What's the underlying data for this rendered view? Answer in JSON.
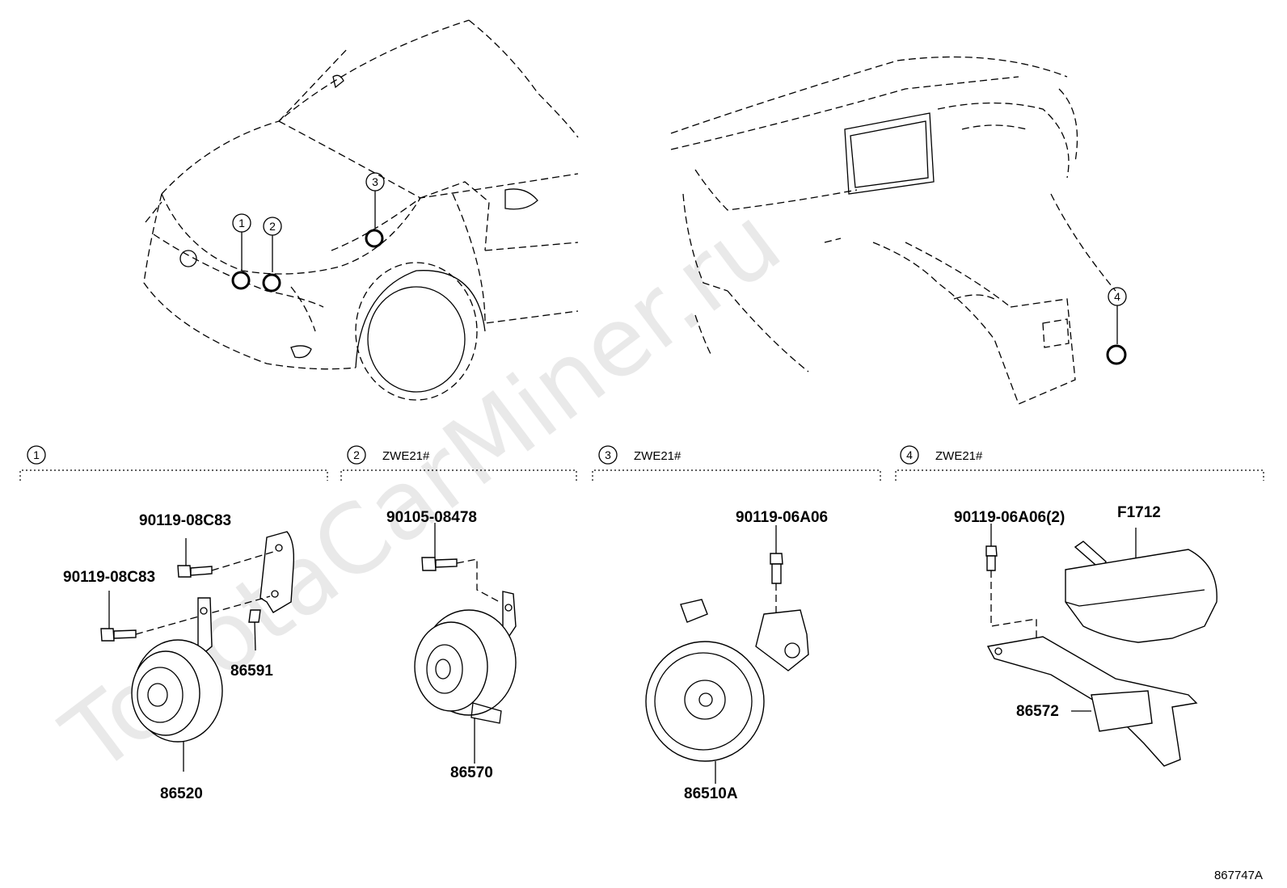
{
  "watermark": "ToyotaCarMiner.ru",
  "diagram_id": "867747A",
  "locator_markers": [
    "1",
    "2",
    "3",
    "4"
  ],
  "sections": [
    {
      "id": "1",
      "model": "",
      "parts": [
        "90119-08C83",
        "90119-08C83",
        "86591",
        "86520"
      ]
    },
    {
      "id": "2",
      "model": "ZWE21#",
      "parts": [
        "90105-08478",
        "86570"
      ]
    },
    {
      "id": "3",
      "model": "ZWE21#",
      "parts": [
        "90119-06A06",
        "86510A"
      ]
    },
    {
      "id": "4",
      "model": "ZWE21#",
      "parts": [
        "90119-06A06(2)",
        "F1712",
        "86572"
      ]
    }
  ]
}
